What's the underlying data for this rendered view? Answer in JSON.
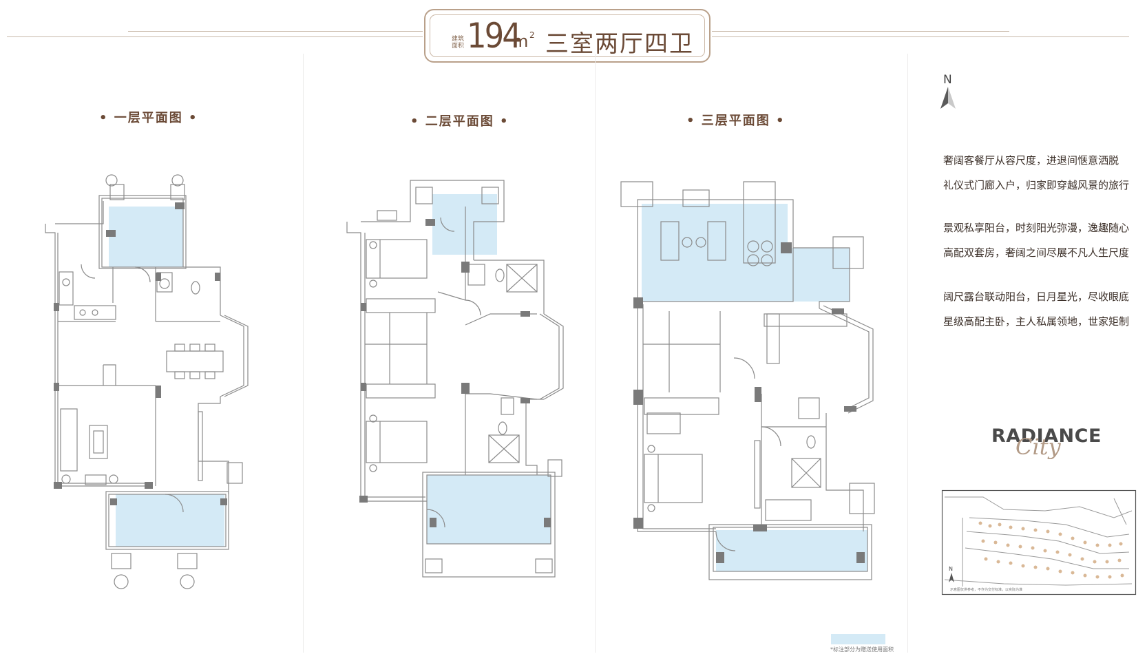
{
  "header": {
    "area_caption": "建筑面积",
    "area_value": "194",
    "area_unit": "m",
    "area_unit_sup": "2",
    "layout_type": "三室两厅四卫"
  },
  "floors": [
    {
      "label": "• 一层平面图 •"
    },
    {
      "label": "• 二层平面图 •"
    },
    {
      "label": "• 三层平面图 •"
    }
  ],
  "compass": {
    "label": "N"
  },
  "descriptions": [
    "奢阔客餐厅从容尺度，进退间惬意洒脱",
    "礼仪式门廊入户，归家即穿越风景的旅行",
    "景观私享阳台，时刻阳光弥漫，逸趣随心",
    "高配双套房，奢阔之间尽展不凡人生尺度",
    "阔尺露台联动阳台，日月星光，尽收眼底",
    "星级高配主卧，主人私属领地，世家矩制"
  ],
  "brand": {
    "line1": "RADIANCE",
    "line2": "City"
  },
  "site_map": {
    "compass": "N",
    "caption": "示意图仅供参考，不作为交付标准，以实际为准"
  },
  "note": {
    "text": "*标注部分为赠送使用面积"
  },
  "colors": {
    "accent": "#6b4a36",
    "balcony": "#d4eaf6",
    "wall": "#7b7b7b",
    "line": "#9a9a9a"
  }
}
